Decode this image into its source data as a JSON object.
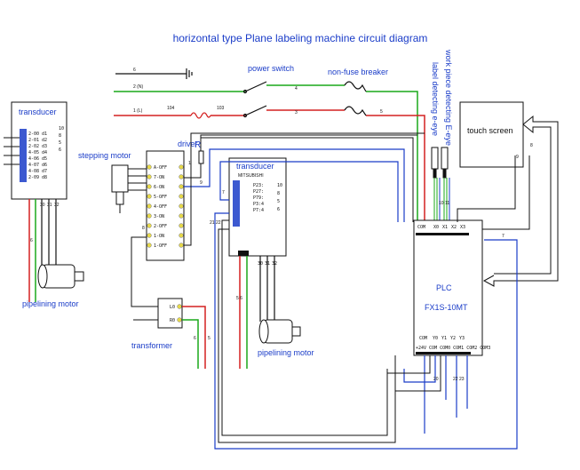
{
  "title": "horizontal type Plane labeling machine circuit diagram",
  "labels": {
    "power_switch": "power switch",
    "nonfuse_breaker": "non-fuse breaker",
    "workpiece_eye": "work piece detecting E-eye",
    "label_eye": "label detecting e-eye",
    "touch_screen": "touch screen",
    "transducer_left": "transducer",
    "transducer_mid": "transducer",
    "mitsubishi": "MITSUBISHI",
    "stepping_motor": "stepping motor",
    "driver": "driver",
    "r": "R",
    "pipelining_motor_left": "pipelining motor",
    "pipelining_motor_mid": "pipelining motor",
    "transformer": "transformer",
    "plc": "PLC",
    "plc_model": "FX1S-10MT"
  },
  "wires": {
    "w6": "6",
    "w2n": "2 (N)",
    "w1l": "1 (L)",
    "w4": "4",
    "w3": "3",
    "w5": "5",
    "w104": "104",
    "w103": "103",
    "w1": "1",
    "w9": "9",
    "w8": "8",
    "w7": "7",
    "w6b": "6",
    "w30": "30",
    "w31": "31",
    "w32": "32",
    "w6c": "6",
    "w56": "5 6",
    "w2122": "21 22",
    "w20": "20",
    "w2223": "22 23",
    "w1011": "10 11",
    "w5b": "5",
    "w6d": "6",
    "w7b": "7"
  },
  "transducer_left_terminals": [
    "2-00 d1",
    "2-01 d2",
    "2-02 d3",
    "4-05 d4",
    "4-06 d5",
    "4-07 d6",
    "4-08 d7",
    "2-09 d8"
  ],
  "transducer_left_right": [
    "10",
    "8",
    "5",
    "6"
  ],
  "transducer_mid_terminals": [
    "P23:",
    "P27:",
    "P79:",
    "P3:4",
    "P7:4"
  ],
  "transducer_mid_right": [
    "10",
    "8",
    "5",
    "6"
  ],
  "driver_terminals": [
    "A-OFF",
    "7-ON",
    "6-ON",
    "5-OFF",
    "4-OFF",
    "3-ON",
    "2-OFF",
    "1-ON",
    "1-OFF"
  ],
  "plc_top_terminals": [
    "COM",
    "X0",
    "X1",
    "X2",
    "X3"
  ],
  "plc_bottom_terminals": [
    "COM",
    "Y0",
    "Y1",
    "Y2",
    "Y3"
  ],
  "plc_bottom_sub": "+24V COM COM0 COM1 COM2 COM3",
  "transformer_terminals": [
    "L0",
    "R0"
  ]
}
